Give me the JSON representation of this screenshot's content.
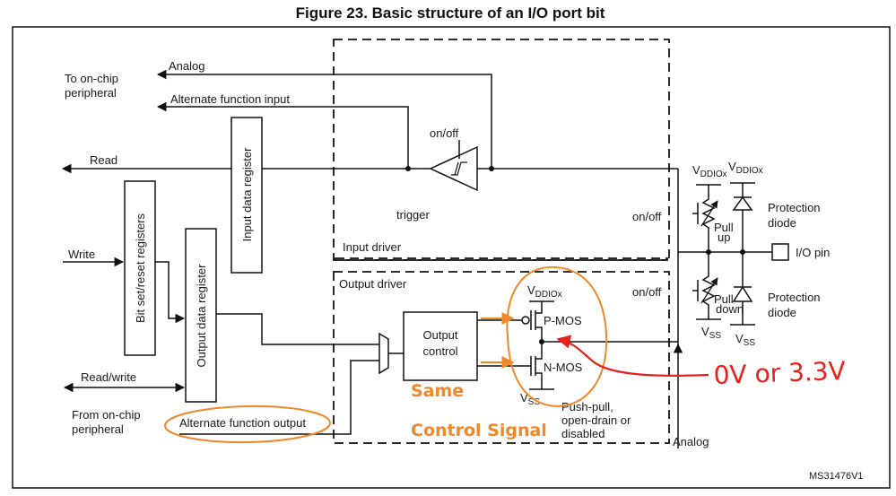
{
  "figure": {
    "title": "Figure 23. Basic structure of an I/O port bit",
    "code": "MS31476V1"
  },
  "labels": {
    "to_onchip_1": "To on-chip",
    "to_onchip_2": "peripheral",
    "analog_top": "Analog",
    "alt_in": "Alternate function input",
    "read": "Read",
    "write": "Write",
    "readwrite": "Read/write",
    "from_onchip_1": "From on-chip",
    "from_onchip_2": "peripheral",
    "alt_out": "Alternate function output",
    "bsr": "Bit set/reset registers",
    "idr": "Input data register",
    "odr": "Output data register",
    "onoff_trigger": "on/off",
    "trigger": "trigger",
    "input_driver": "Input driver",
    "output_driver": "Output driver",
    "onoff_in": "on/off",
    "onoff_out": "on/off",
    "output_control_1": "Output",
    "output_control_2": "control",
    "vddiox": "V",
    "vddiox_sub": "DDIOx",
    "pmos": "P-MOS",
    "nmos": "N-MOS",
    "vss": "V",
    "vss_sub": "SS",
    "pushpull_1": "Push-pull,",
    "pushpull_2": "open-drain or",
    "pushpull_3": "disabled",
    "analog_bottom": "Analog",
    "vddiox_pu": "V",
    "vddiox_pu_sub": "DDIOx",
    "vddiox_pd": "V",
    "vddiox_pd_sub": "DDIOx",
    "pull_up_1": "Pull",
    "pull_up_2": "up",
    "pull_down_1": "Pull",
    "pull_down_2": "down",
    "protection_1a": "Protection",
    "protection_1b": "diode",
    "protection_2a": "Protection",
    "protection_2b": "diode",
    "io_pin": "I/O pin",
    "vss_pu": "V",
    "vss_pu_sub": "SS",
    "vss_pd": "V",
    "vss_pd_sub": "SS"
  },
  "annotations": {
    "same": "Same",
    "control_signal": "Control Signal",
    "voltage": "0V or 3.3V",
    "colors": {
      "orange": "#f0882a",
      "red": "#e8201e"
    }
  }
}
